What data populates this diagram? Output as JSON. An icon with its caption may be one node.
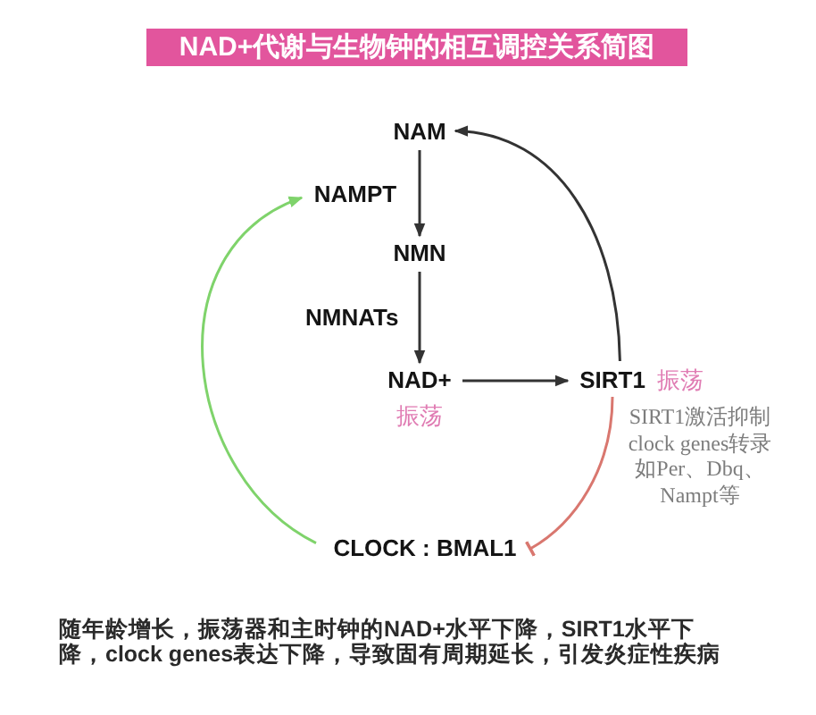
{
  "diagram": {
    "title": "NAD+代谢与生物钟的相互调控关系简图",
    "nodes": [
      {
        "text": [
          "NAM"
        ]
      },
      {
        "text": [
          "NAMPT"
        ]
      },
      {
        "text": [
          "NMN"
        ]
      },
      {
        "text": [
          "NAD+"
        ],
        "beside": [
          "振荡"
        ]
      },
      {
        "text": [
          "SIRT1"
        ],
        "beside": [
          "振荡"
        ]
      },
      {
        "text": [
          "CLOCK : BMAL1"
        ]
      }
    ],
    "edges": [
      {
        "from": 0,
        "to": 2,
        "arrow": "to"
      },
      {
        "from": 2,
        "to": 3,
        "arrow": "to"
      },
      {
        "from": 3,
        "to": 4,
        "arrow": "to"
      },
      {
        "from": 4,
        "to": 0,
        "arrow": "to"
      },
      {
        "from": 4,
        "to": 5,
        "arrow": "other",
        "color": "#d9776f"
      },
      {
        "from": 5,
        "to": 1,
        "arrow": "to",
        "color": "#7fd36b"
      }
    ],
    "labels": [
      "NMNATs",
      "SIRT1激活抑制clock genes转录如Per、Dbq、Nampt等"
    ],
    "caption": "随年龄增长，振荡器和主时钟的NAD+水平下降，SIRT1水平下降，clock genes表达下降，导致固有周期延长，引发炎症性疾病"
  }
}
